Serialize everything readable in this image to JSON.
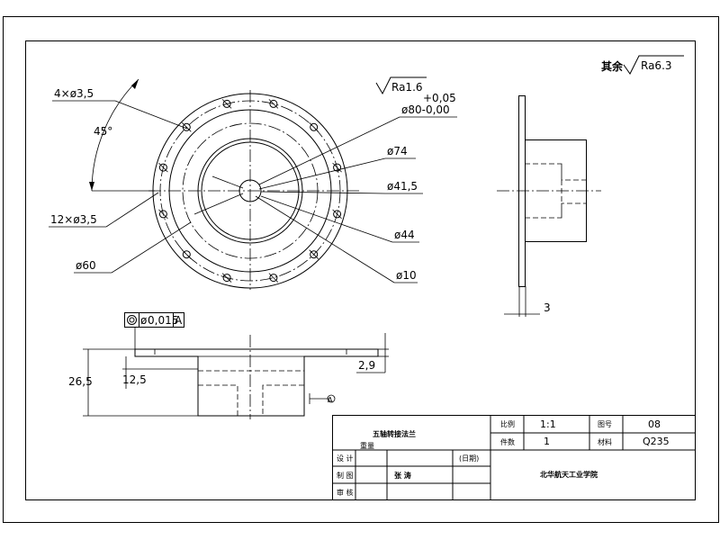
{
  "roughness": {
    "other_label": "其余",
    "other_value": "Ra6.3",
    "face_value": "Ra1.6"
  },
  "front_view": {
    "hole_small": "4×ø3,5",
    "angle": "45°",
    "hole_ring": "12×ø3,5",
    "pcd": "ø60",
    "dia_80_upper_tol": "+0,05",
    "dia_80": "ø80-0,00",
    "dia_74": "ø74",
    "dia_41": "ø41,5",
    "dia_44": "ø44",
    "dia_10": "ø10"
  },
  "side_view": {
    "thickness": "3"
  },
  "section_view": {
    "concentricity": "0,015",
    "datum": "A",
    "height_total": "26,5",
    "height_inner": "12,5",
    "flange_thickness": "2,9",
    "datum_marker": "A"
  },
  "title_block": {
    "part_name": "五轴转接法兰",
    "scale_label": "比例",
    "scale_value": "1:1",
    "page_label": "图号",
    "page_value": "08",
    "qty_label": "件数",
    "qty_value": "1",
    "material_label": "材料",
    "material_value": "Q235",
    "weight_label": "重量",
    "designer_label": "设 计",
    "designer_name": "",
    "drawn_label": "制 图",
    "drawn_name": "张 涛",
    "date_label": "(日期)",
    "check_label": "审 核",
    "institution": "北华航天工业学院"
  }
}
